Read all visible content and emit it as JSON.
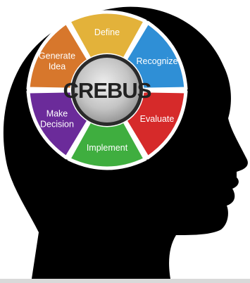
{
  "center": {
    "label": "CREBUS",
    "color": "#c9c9c9"
  },
  "petals": [
    {
      "lines": [
        "Define"
      ],
      "color": "#e3b23a"
    },
    {
      "lines": [
        "Recognize"
      ],
      "color": "#2f8fd6"
    },
    {
      "lines": [
        "Evaluate"
      ],
      "color": "#d62a2a"
    },
    {
      "lines": [
        "Implement"
      ],
      "color": "#3fae3f"
    },
    {
      "lines": [
        "Make",
        "Decision"
      ],
      "color": "#6b2b9a"
    },
    {
      "lines": [
        "Generate",
        "Idea"
      ],
      "color": "#d7772c"
    }
  ],
  "head": {
    "color": "#000000"
  }
}
